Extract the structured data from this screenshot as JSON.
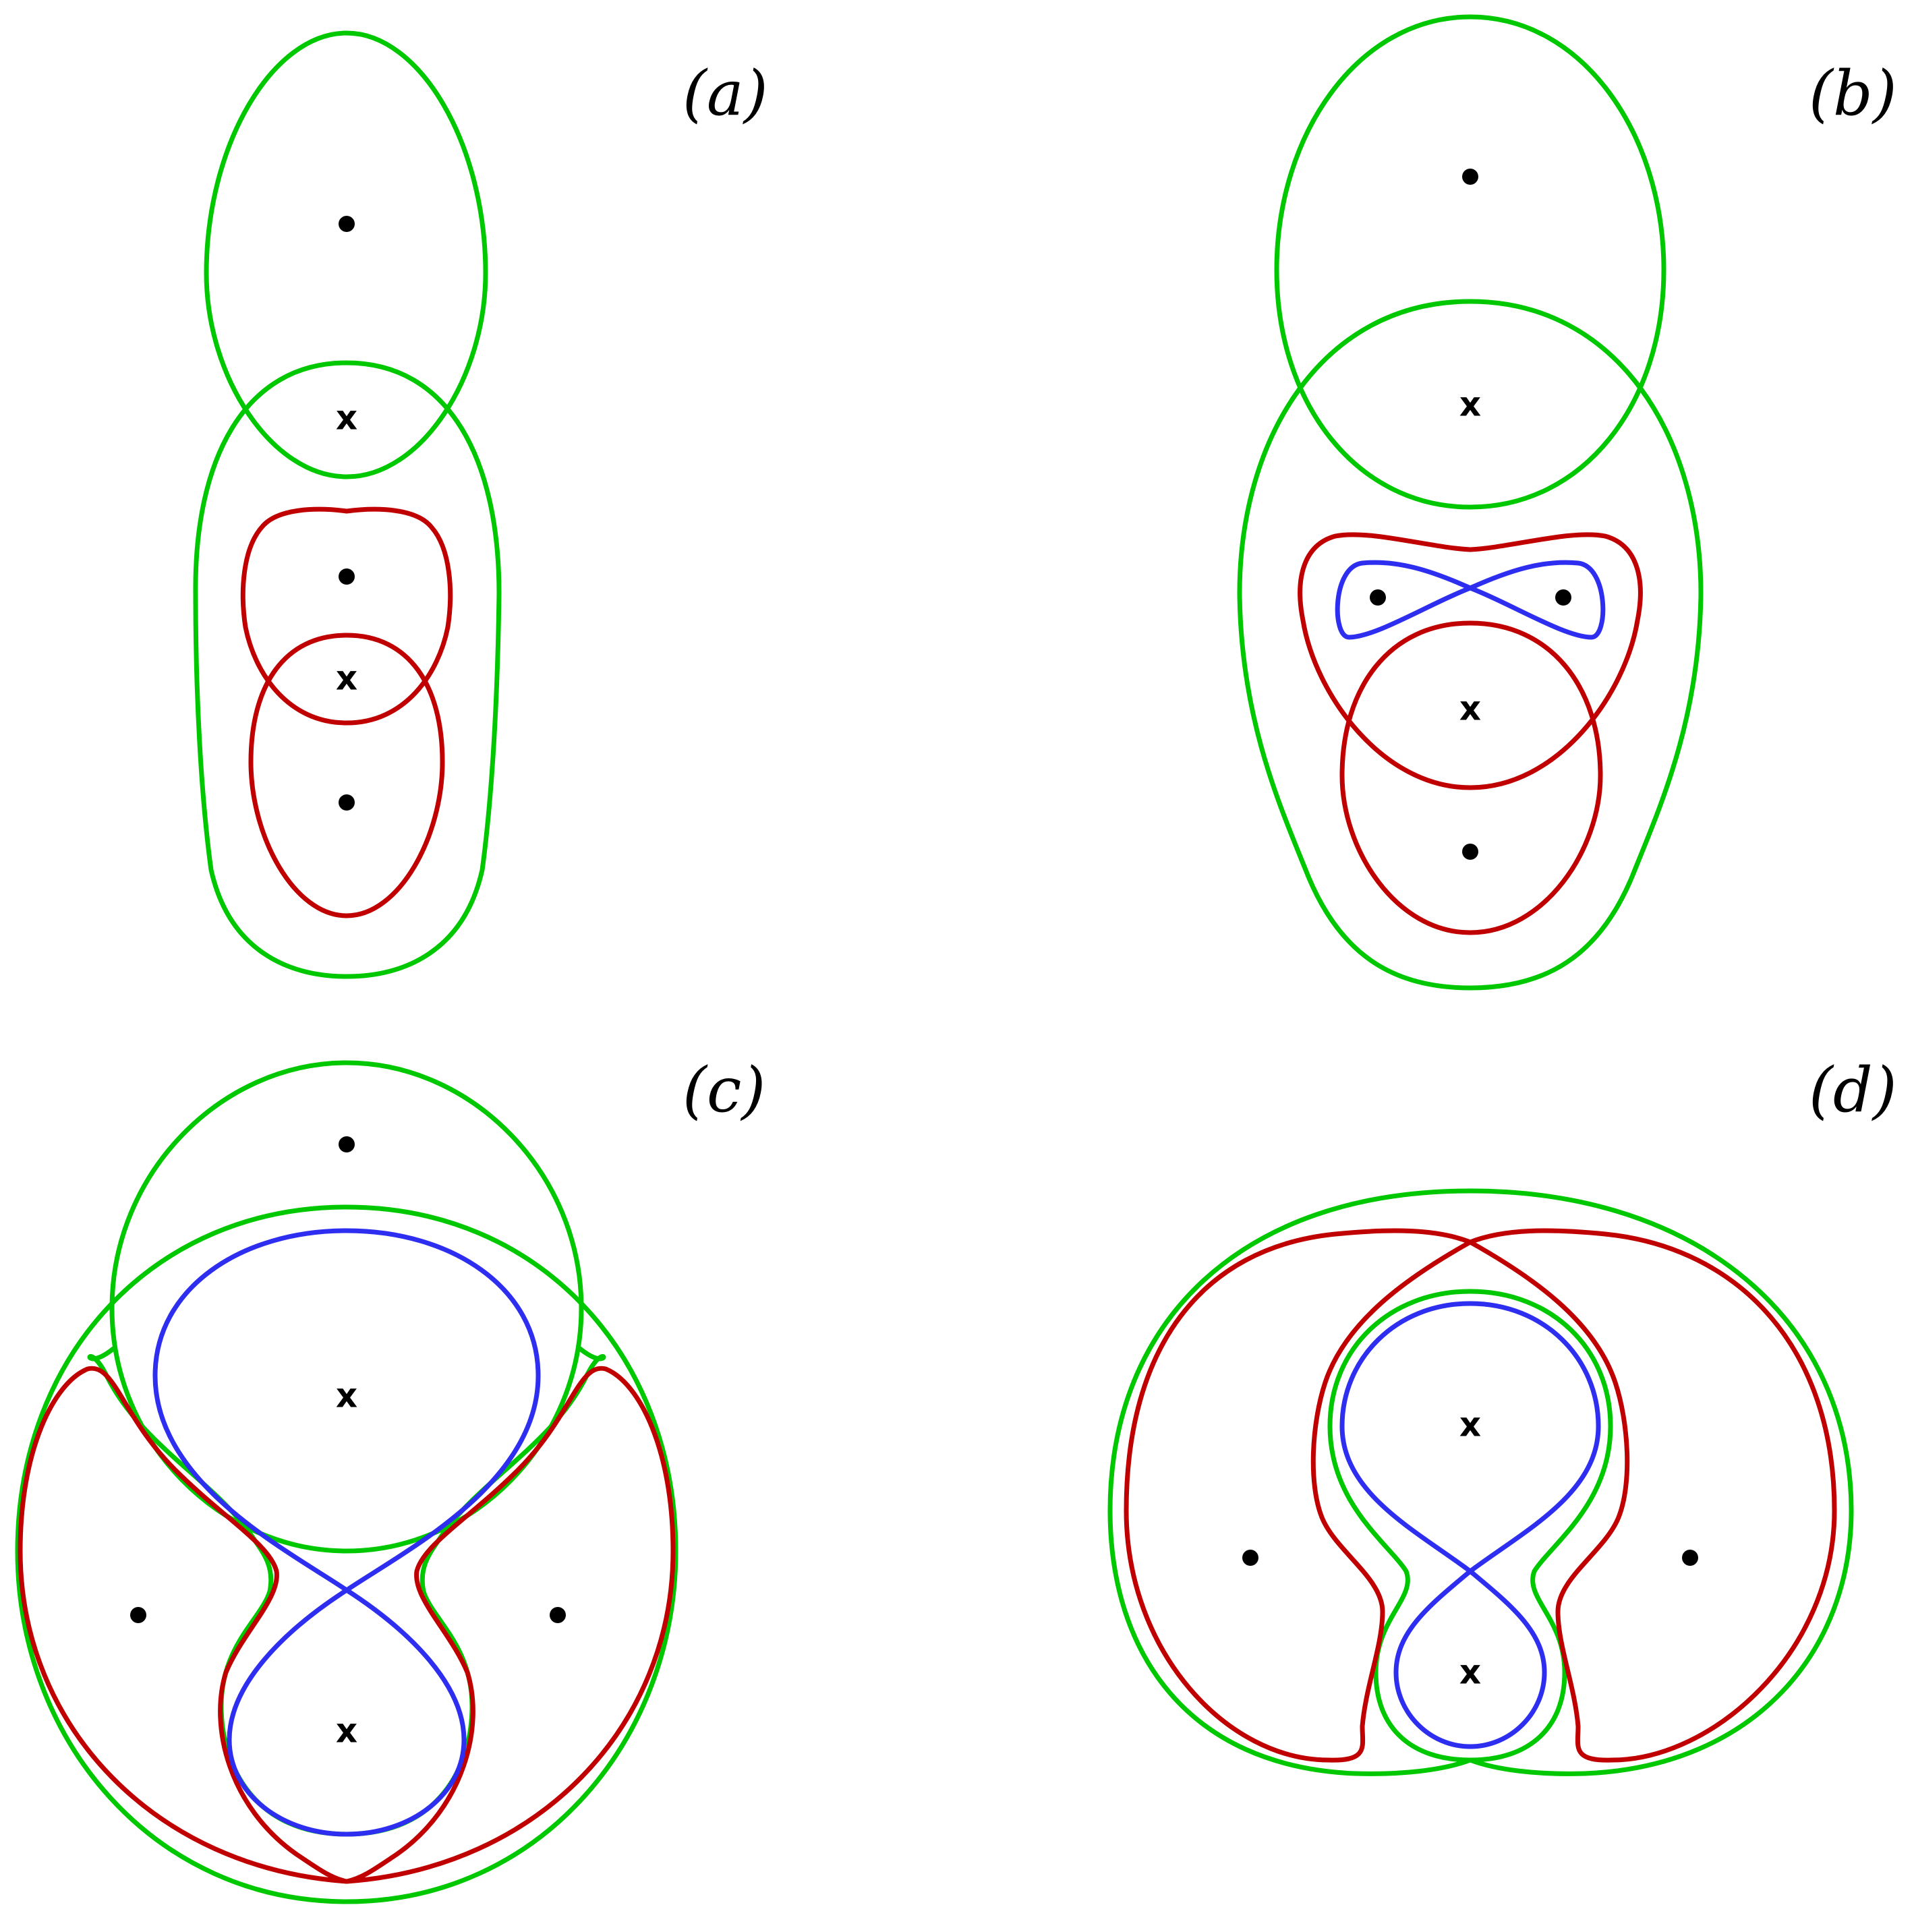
{
  "panels": {
    "a": {
      "label": "(a)",
      "saddle_marks": [
        "x",
        "x"
      ]
    },
    "b": {
      "label": "(b)",
      "saddle_marks": [
        "x",
        "x"
      ]
    },
    "c": {
      "label": "(c)",
      "saddle_marks": [
        "x",
        "x"
      ]
    },
    "d": {
      "label": "(d)",
      "saddle_marks": [
        "x",
        "x"
      ]
    }
  },
  "colors": {
    "green": "#00c800",
    "red": "#c00000",
    "blue": "#2e2ef0",
    "marker": "#000000"
  }
}
